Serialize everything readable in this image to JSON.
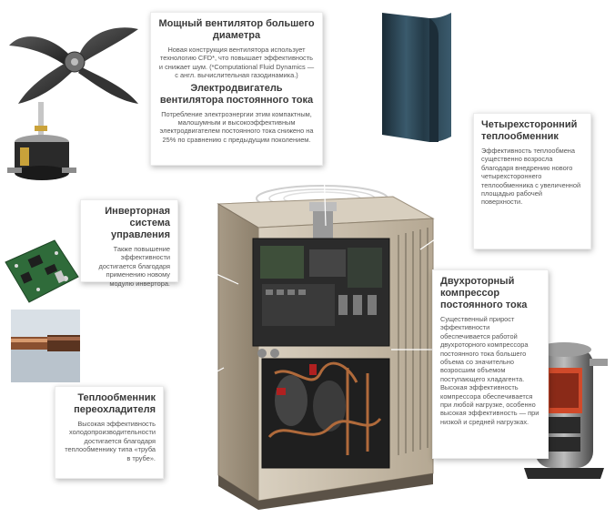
{
  "callouts": {
    "fan": {
      "title": "Мощный вентилятор большего диаметра",
      "text": "Новая конструкция вентилятора использует технологию CFD*, что повышает эффективность и снижает шум. (*Computational Fluid Dynamics — с англ. вычислительная газодинамика.)",
      "motor_title": "Электродвигатель вентилятора постоянного тока",
      "motor_text": "Потребление электроэнергии этим компактным, малошумным и высокоэффективным электродвигателем постоянного тока снижено на 25% по сравнению с предыдущим поколением."
    },
    "inverter": {
      "title": "Инверторная система управления",
      "text": "Также повышение эффективности достигается благодаря применению новому модулю инвертора."
    },
    "hx4": {
      "title": "Четырехсторонний теплообменник",
      "text": "Эффективность теплообмена существенно возросла благодаря внедрению нового четырехстороннего теплообменника с увеличенной площадью рабочей поверхности."
    },
    "compressor": {
      "title": "Двухроторный компрессор постоянного тока",
      "text": "Существенный прирост эффективности обеспечивается работой двухроторного компрессора постоянного тока большего объема со значительно возросшим объемом поступающего хладагента. Высокая эффективность компрессора обеспечивается при любой нагрузке, особенно высокая эффективность — при низкой и средней нагрузках."
    },
    "subcool": {
      "title": "Теплообменник переохладителя",
      "text": "Высокая эффективность холодопроизводительности достигается благодаря теплообменнику типа «труба в трубе»."
    }
  },
  "colors": {
    "unit_body": "#c9bfae",
    "panel_dark": "#2b2b2b",
    "copper": "#b06a3b",
    "hx_blue": "#2f4c5e"
  }
}
